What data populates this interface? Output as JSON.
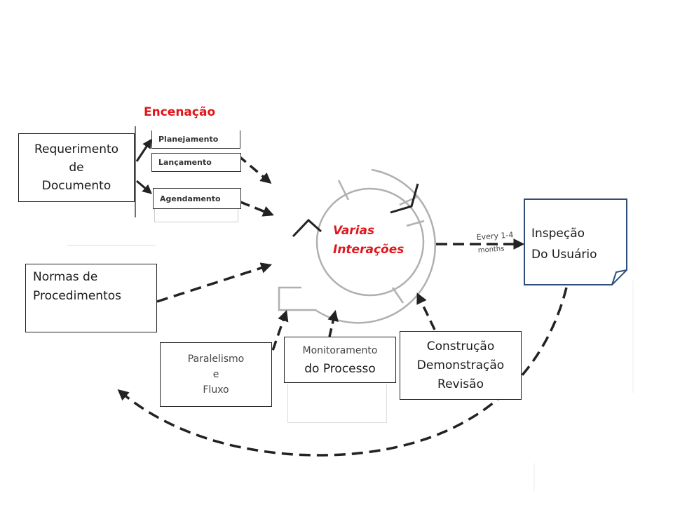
{
  "title": "Encenação",
  "requirement_box": {
    "line1": "Requerimento",
    "line2": "de",
    "line3": "Documento"
  },
  "staging_items": [
    "Planejamento",
    "Lançamento",
    "Agendamento"
  ],
  "cycle_label": {
    "line1": "Varias",
    "line2": "Interações"
  },
  "cycle_arrow_label": {
    "line1": "Every 1-4",
    "line2": "months"
  },
  "inspection_note": {
    "line1": "Inspeção",
    "line2": "Do Usuário"
  },
  "procedures_box": {
    "line1": "Normas de",
    "line2": "Procedimentos"
  },
  "parallelism_box": {
    "line1": "Paralelismo",
    "line2": "e",
    "line3": "Fluxo"
  },
  "monitoring_box": {
    "line1": "Monitoramento",
    "line2": "do Processo"
  },
  "construction_box": {
    "line1": "Construção",
    "line2": "Demonstração",
    "line3": "Revisão"
  },
  "colors": {
    "accent": "#e0161b",
    "note_border": "#2e4f7a",
    "cycle_stroke": "#b0b0b0",
    "arrow": "#222222"
  }
}
